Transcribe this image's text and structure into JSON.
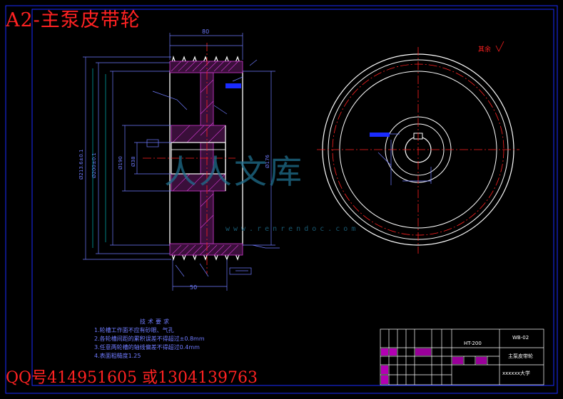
{
  "title": "A2-主泵皮带轮",
  "contact": "QQ号414951605  或1304139763",
  "watermark": {
    "text": "人人文库",
    "url": "www.renrendoc.com"
  },
  "roughness_note": "其余",
  "dimensions": {
    "width_top": "80",
    "width_bottom": "50",
    "dia_outer": "Ø213.6±0.1",
    "dia_pitch": "Ø200±0.1",
    "dia_hub": "Ø190",
    "dia_bore": "Ø38",
    "dia_flange": "Ø176"
  },
  "tech_requirements": {
    "title": "技术要求",
    "items": [
      "1.轮槽工作面不应有砂眼、气孔",
      "2.各轮槽间距的累积误差不得超过±0.8mm",
      "3.任意两轮槽的轴线偏差不得超过0.4mm",
      "4.表面粗糙度1.25"
    ]
  },
  "title_block": {
    "material": "HT-200",
    "drawing_no": "WB-02",
    "part_name": "主泵皮带轮",
    "school": "xxxxxx大学"
  },
  "colors": {
    "frame": "#1a2bff",
    "part": "#ffffff",
    "dim": "#6f7bff",
    "hatch": "#d23bd2",
    "center": "#ff2020",
    "annotation": "#ff2020",
    "guide": "#00d8d8"
  }
}
